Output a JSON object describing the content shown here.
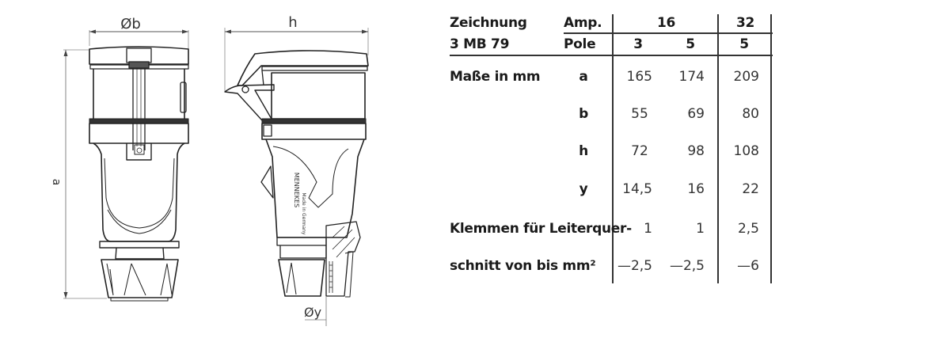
{
  "drawing": {
    "front_view": {
      "dimension_width_label": "Øb",
      "dimension_height_label": "a"
    },
    "side_view": {
      "dimension_depth_label": "h",
      "cable_diameter_label": "Øy",
      "brand_text": "MENNEKES",
      "origin_text": "Made in Germany"
    }
  },
  "table": {
    "header": {
      "col1_line1": "Zeichnung",
      "col1_line2": "3 MB 79",
      "amp_label": "Amp.",
      "pole_label": "Pole",
      "amp_values": [
        "16",
        "32"
      ],
      "pole_values": [
        "3",
        "5",
        "5"
      ]
    },
    "section_label": "Maße in mm",
    "rows": [
      {
        "key": "a",
        "values": [
          "165",
          "174",
          "209"
        ]
      },
      {
        "key": "b",
        "values": [
          "55",
          "69",
          "80"
        ]
      },
      {
        "key": "h",
        "values": [
          "72",
          "98",
          "108"
        ]
      },
      {
        "key": "y",
        "values": [
          "14,5",
          "16",
          "22"
        ]
      }
    ],
    "terminal_label_line1": "Klemmen für Leiterquer-",
    "terminal_label_line2": "schnitt von bis mm²",
    "terminal_from": [
      "1",
      "1",
      "2,5"
    ],
    "terminal_to": [
      "—2,5",
      "—2,5",
      "—6"
    ]
  }
}
